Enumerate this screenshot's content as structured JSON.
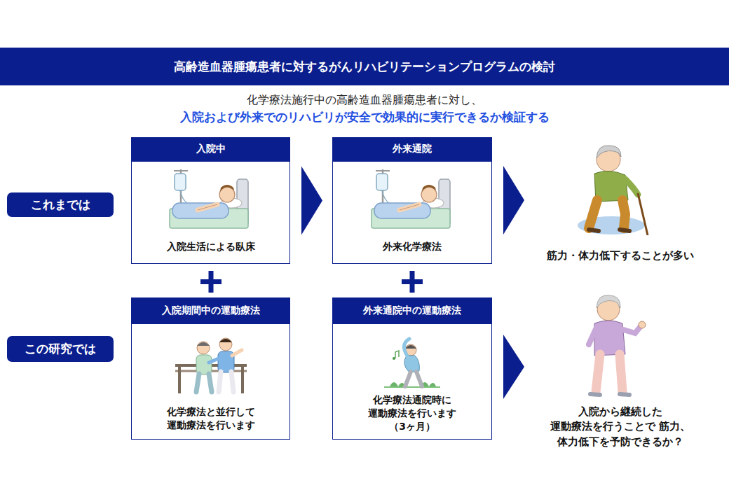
{
  "diagram": {
    "title": "高齢造血器腫瘍患者に対するがんリハビリテーションプログラムの検討",
    "nodes": [
      {
        "text": [
          "これまでは"
        ]
      },
      {
        "text": [
          "入院中",
          "入院生活による臥床"
        ]
      },
      {
        "text": [
          "外来通院",
          "外来化学療法"
        ]
      },
      {
        "text": [
          "この研究では"
        ]
      },
      {
        "text": [
          "入院期間中の運動療法",
          "化学療法と並行して 運動療法を行います"
        ]
      },
      {
        "text": [
          "外来通院中の運動療法",
          "化学療法通院時に 運動療法を行います （3ヶ月）"
        ]
      }
    ],
    "edges": [
      {
        "from": 1,
        "to": 2,
        "arrow": "to"
      }
    ],
    "labels": [
      "化学療法施行中の高齢造血器腫瘍患者に対し、",
      "入院および外来でのリハビリが安全で効果的に実行できるか検証する",
      "筋力・体力低下することが多い",
      "入院から継続した 運動療法を行うことで 筋力、体力低下を予防できるか？"
    ]
  }
}
